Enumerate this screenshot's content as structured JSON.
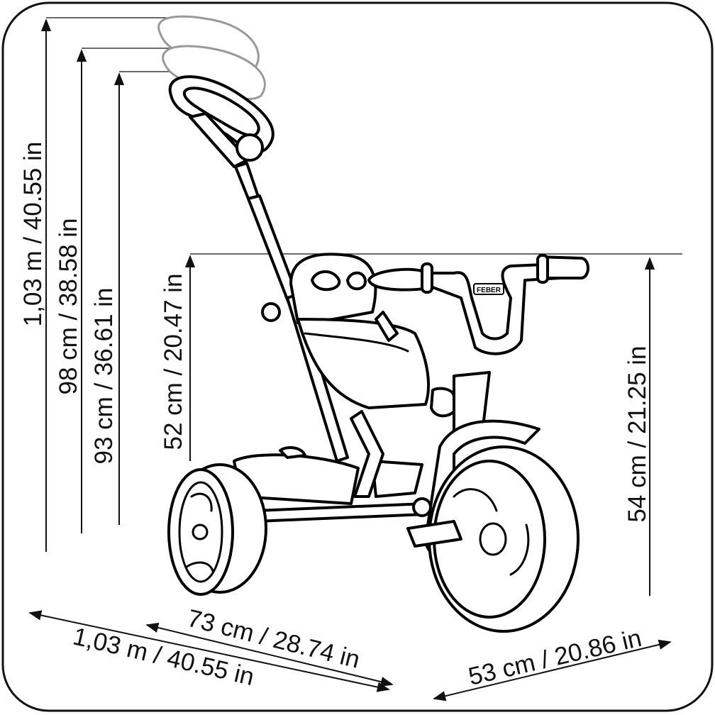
{
  "diagram": {
    "subject": "tricycle",
    "logo_text": "FEBER",
    "dimensions": {
      "total_height_max": "1,03 m / 40.55 in",
      "total_height_mid": "98 cm / 38.58 in",
      "total_height_min": "93 cm / 36.61 in",
      "seat_height": "52 cm / 20.47 in",
      "handlebar_height": "54 cm / 21.25 in",
      "length_without_handle": "73 cm / 28.74 in",
      "length_total": "1,03 m / 40.55 in",
      "width": "53 cm / 20.86 in"
    }
  }
}
